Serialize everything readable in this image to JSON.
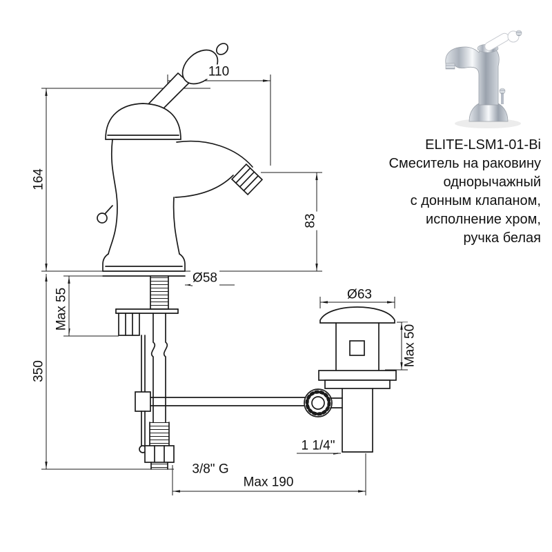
{
  "product": {
    "code": "ELITE-LSM1-01-Bi",
    "description_lines": [
      "Смеситель на раковину",
      "однорычажный",
      "с донным клапаном,",
      "исполнение хром,",
      "ручка белая"
    ]
  },
  "dimensions": {
    "spout_reach": "110",
    "spout_height": "164",
    "outlet_height": "83",
    "base_diameter": "Ø58",
    "max_deck_thickness": "Max 55",
    "total_height_below": "350",
    "drain_flange_diameter": "Ø63",
    "drain_max_thickness": "Max 50",
    "tailpiece_size": "1 1/4\"",
    "supply_thread": "3/8\" G",
    "max_depth": "Max 190"
  },
  "colors": {
    "line": "#1a1a1a",
    "background": "#ffffff"
  }
}
